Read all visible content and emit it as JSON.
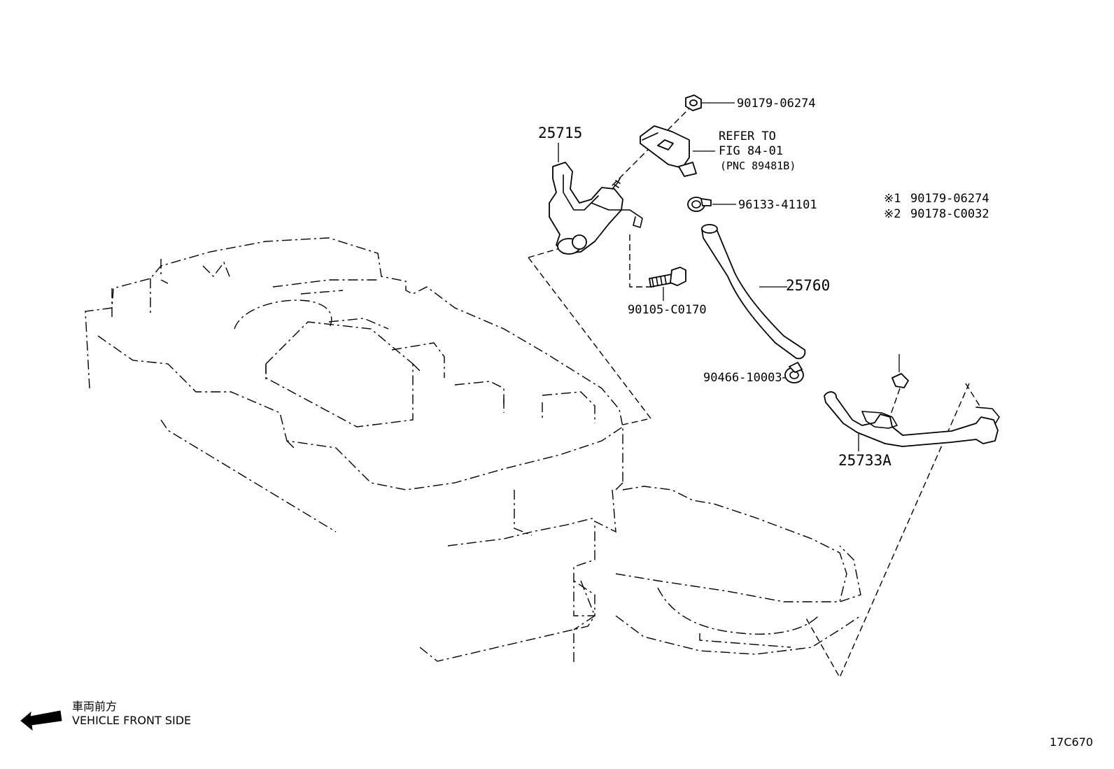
{
  "parts": {
    "nut_top": "90179-06274",
    "bracket": "25715",
    "refer_line1": "REFER TO",
    "refer_line2": "FIG 84-01",
    "refer_line3": "(PNC 89481B)",
    "clamp_upper": "96133-41101",
    "hose": "25760",
    "bolt": "90105-C0170",
    "clamp_lower": "90466-10003",
    "pipe": "25733A"
  },
  "notes": {
    "note1_mark": "※1",
    "note1_part": "90179-06274",
    "note2_mark": "※2",
    "note2_part": "90178-C0032"
  },
  "legend": {
    "jp_label": "車両前方",
    "en_label": "VEHICLE FRONT SIDE",
    "arrow_icon": "left-arrow-icon"
  },
  "figure_code": "17C670"
}
